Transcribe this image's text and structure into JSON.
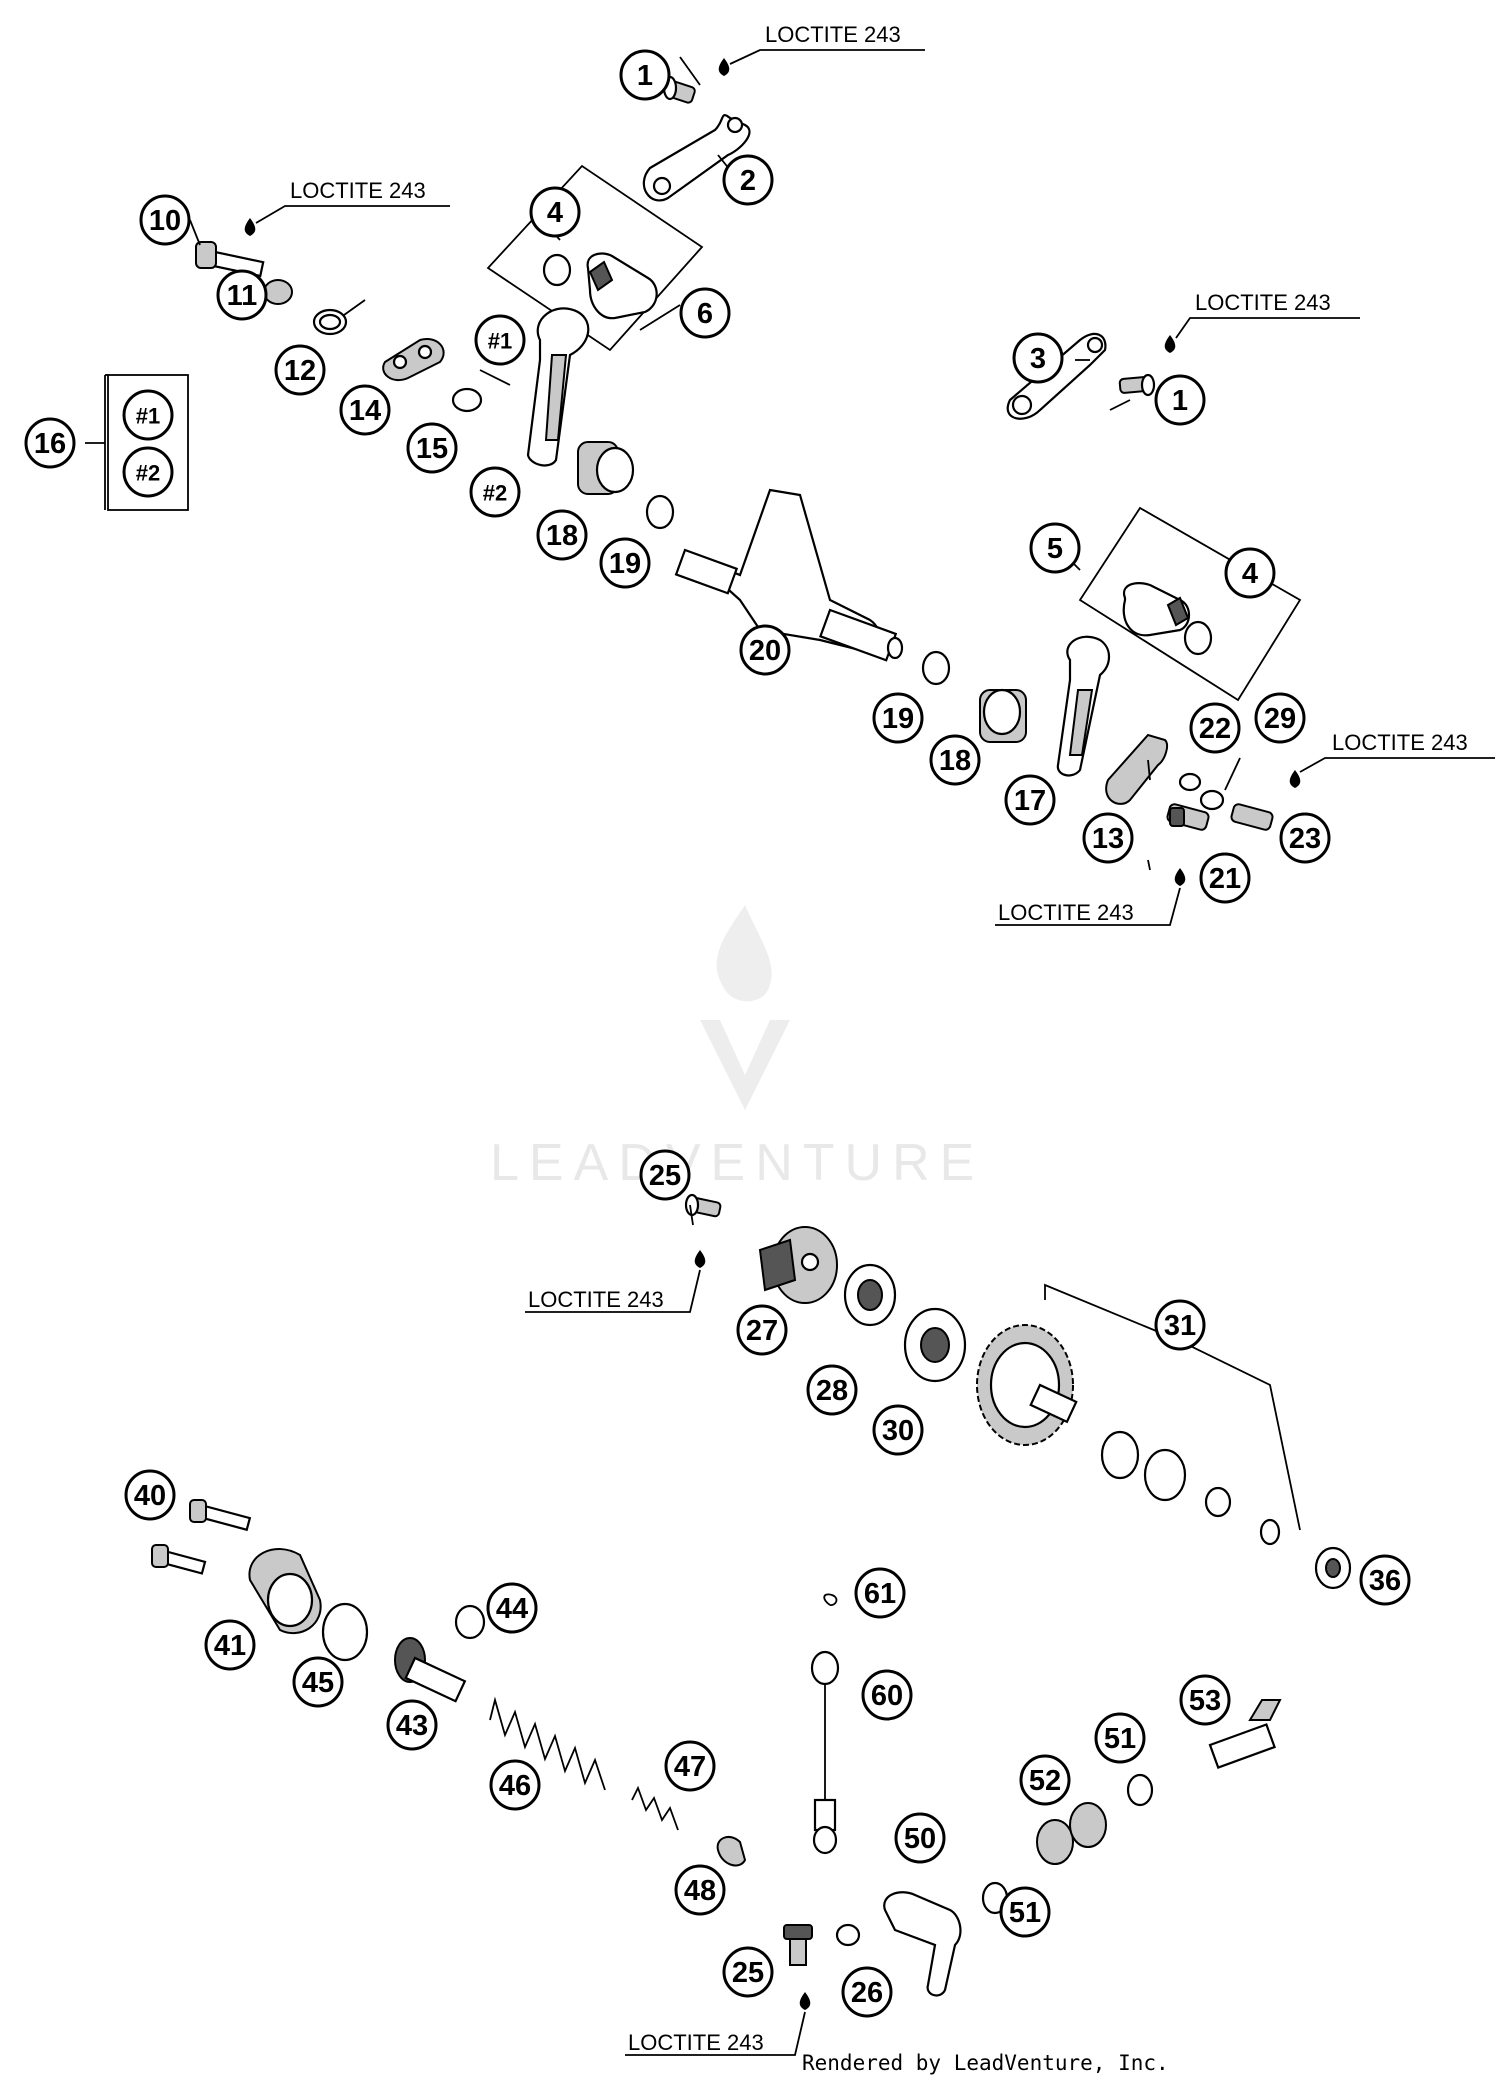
{
  "callouts": [
    {
      "id": "c1a",
      "label": "1"
    },
    {
      "id": "c2",
      "label": "2"
    },
    {
      "id": "c10",
      "label": "10"
    },
    {
      "id": "c4a",
      "label": "4"
    },
    {
      "id": "c6",
      "label": "6"
    },
    {
      "id": "c11",
      "label": "11"
    },
    {
      "id": "c12",
      "label": "12"
    },
    {
      "id": "c14",
      "label": "14"
    },
    {
      "id": "c15",
      "label": "15"
    },
    {
      "id": "c16",
      "label": "16"
    },
    {
      "id": "c16h1",
      "label": "#1"
    },
    {
      "id": "c16h2",
      "label": "#2"
    },
    {
      "id": "ch1",
      "label": "#1"
    },
    {
      "id": "ch2",
      "label": "#2"
    },
    {
      "id": "c18a",
      "label": "18"
    },
    {
      "id": "c19a",
      "label": "19"
    },
    {
      "id": "c3",
      "label": "3"
    },
    {
      "id": "c1b",
      "label": "1"
    },
    {
      "id": "c5",
      "label": "5"
    },
    {
      "id": "c4b",
      "label": "4"
    },
    {
      "id": "c20",
      "label": "20"
    },
    {
      "id": "c19b",
      "label": "19"
    },
    {
      "id": "c18b",
      "label": "18"
    },
    {
      "id": "c17",
      "label": "17"
    },
    {
      "id": "c13",
      "label": "13"
    },
    {
      "id": "c22",
      "label": "22"
    },
    {
      "id": "c29",
      "label": "29"
    },
    {
      "id": "c23",
      "label": "23"
    },
    {
      "id": "c21",
      "label": "21"
    },
    {
      "id": "c25a",
      "label": "25"
    },
    {
      "id": "c27",
      "label": "27"
    },
    {
      "id": "c28",
      "label": "28"
    },
    {
      "id": "c30",
      "label": "30"
    },
    {
      "id": "c31",
      "label": "31"
    },
    {
      "id": "c36",
      "label": "36"
    },
    {
      "id": "c40",
      "label": "40"
    },
    {
      "id": "c41",
      "label": "41"
    },
    {
      "id": "c44",
      "label": "44"
    },
    {
      "id": "c45",
      "label": "45"
    },
    {
      "id": "c43",
      "label": "43"
    },
    {
      "id": "c46",
      "label": "46"
    },
    {
      "id": "c47",
      "label": "47"
    },
    {
      "id": "c48",
      "label": "48"
    },
    {
      "id": "c61",
      "label": "61"
    },
    {
      "id": "c60",
      "label": "60"
    },
    {
      "id": "c53",
      "label": "53"
    },
    {
      "id": "c51a",
      "label": "51"
    },
    {
      "id": "c52",
      "label": "52"
    },
    {
      "id": "c50",
      "label": "50"
    },
    {
      "id": "c51b",
      "label": "51"
    },
    {
      "id": "c25b",
      "label": "25"
    },
    {
      "id": "c26",
      "label": "26"
    }
  ],
  "loctite_notes": [
    {
      "id": "l1",
      "text": "LOCTITE 243"
    },
    {
      "id": "l2",
      "text": "LOCTITE 243"
    },
    {
      "id": "l3",
      "text": "LOCTITE 243"
    },
    {
      "id": "l4",
      "text": "LOCTITE 243"
    },
    {
      "id": "l5",
      "text": "LOCTITE 243"
    },
    {
      "id": "l6",
      "text": "LOCTITE 243"
    },
    {
      "id": "l7",
      "text": "LOCTITE 243"
    }
  ],
  "watermark": "LEADVENTURE",
  "footer": "Rendered by LeadVenture, Inc.",
  "colors": {
    "ink": "#000000",
    "paper": "#ffffff",
    "watermark": "#e6e6e6"
  }
}
